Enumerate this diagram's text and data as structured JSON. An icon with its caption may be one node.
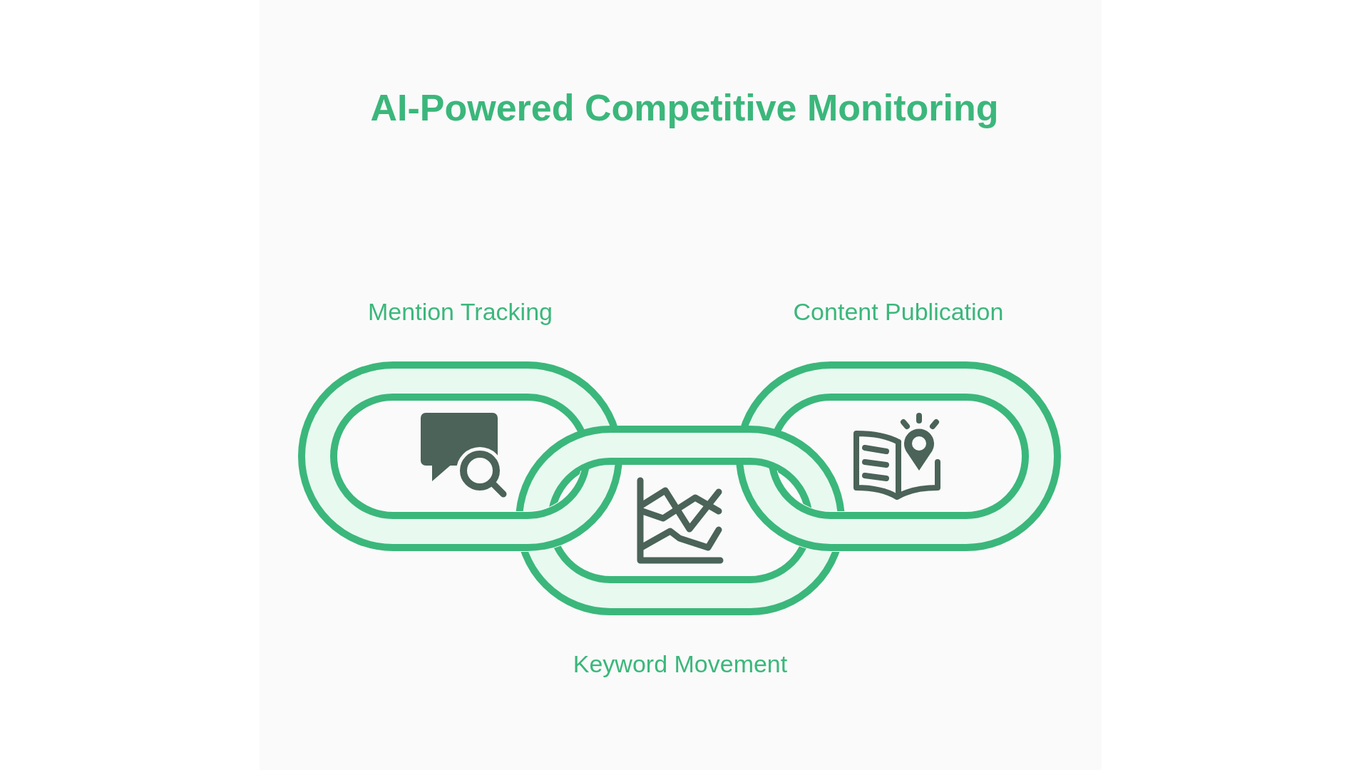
{
  "diagram": {
    "title": "AI-Powered Competitive Monitoring",
    "nodes": [
      {
        "text": [
          "Mention Tracking"
        ]
      },
      {
        "text": [
          "Keyword Movement"
        ]
      },
      {
        "text": [
          "Content Publication"
        ]
      }
    ]
  }
}
